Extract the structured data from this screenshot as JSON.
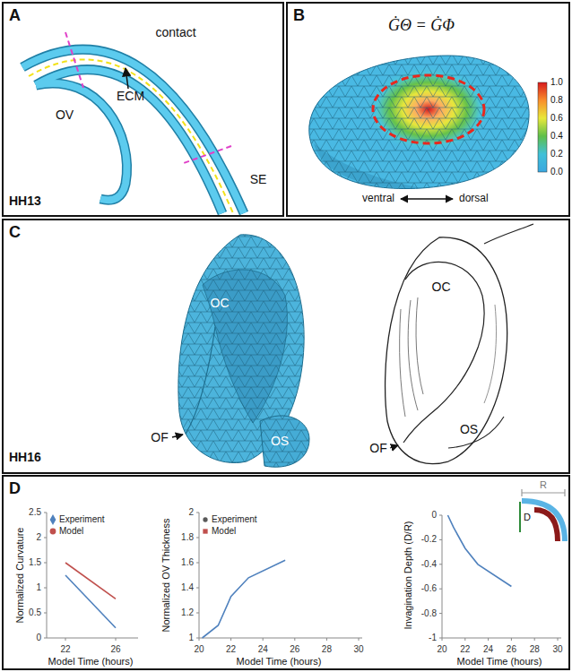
{
  "diagram": {
    "nodes": [
      {
        "text": [
          "A"
        ]
      },
      {
        "text": [
          "B"
        ]
      },
      {
        "text": [
          "C"
        ]
      },
      {
        "text": [
          "D"
        ]
      }
    ],
    "labels": [
      "contact",
      "ECM",
      "OV",
      "HH13",
      "SE",
      "ĠΘ = ĠΦ",
      "1.0",
      "0.8",
      "0.6",
      "0.4",
      "0.2",
      "0.0",
      "ventral",
      "dorsal",
      "OC",
      "OF",
      "OS",
      "HH16",
      "OC",
      "OF",
      "OS",
      "Normalized Curvature",
      "2.5",
      "2",
      "1.5",
      "1",
      "0.5",
      "0",
      "22",
      "26",
      "Model Time (hours)",
      "Normalized OV Thickness",
      "2",
      "1.8",
      "1.6",
      "1.4",
      "1.2",
      "1",
      "20",
      "22",
      "24",
      "26",
      "28",
      "30",
      "Model Time (hours)",
      "Invagination Depth (D/R)",
      "0",
      "-0.2",
      "-0.4",
      "-0.6",
      "-0.8",
      "-1",
      "20",
      "22",
      "24",
      "26",
      "28",
      "30",
      "Model Time (hours)",
      "R",
      "D"
    ],
    "legend": [
      {
        "text": "Experiment"
      },
      {
        "text": "Model"
      },
      {
        "text": "Experiment"
      },
      {
        "text": "Model"
      }
    ]
  }
}
